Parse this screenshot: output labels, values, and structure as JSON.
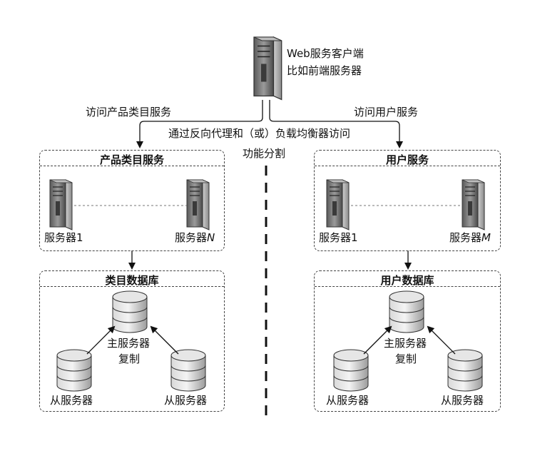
{
  "client": {
    "line1": "Web服务客户端",
    "line2": "比如前端服务器"
  },
  "edges": {
    "left": "访问产品类目服务",
    "right": "访问用户服务",
    "middle": "通过反向代理和（或）负载均衡器访问"
  },
  "split_label": "功能分割",
  "left_service": {
    "title": "产品类目服务",
    "server1": "服务器1",
    "serverN_prefix": "服务器",
    "serverN_var": "N"
  },
  "right_service": {
    "title": "用户服务",
    "server1": "服务器1",
    "serverM_prefix": "服务器",
    "serverM_var": "M"
  },
  "left_db": {
    "title": "类目数据库",
    "master_line1": "主服务器",
    "master_line2": "复制",
    "slave_left": "从服务器",
    "slave_right": "从服务器"
  },
  "right_db": {
    "title": "用户数据库",
    "master_line1": "主服务器",
    "master_line2": "复制",
    "slave_left": "从服务器",
    "slave_right": "从服务器"
  }
}
